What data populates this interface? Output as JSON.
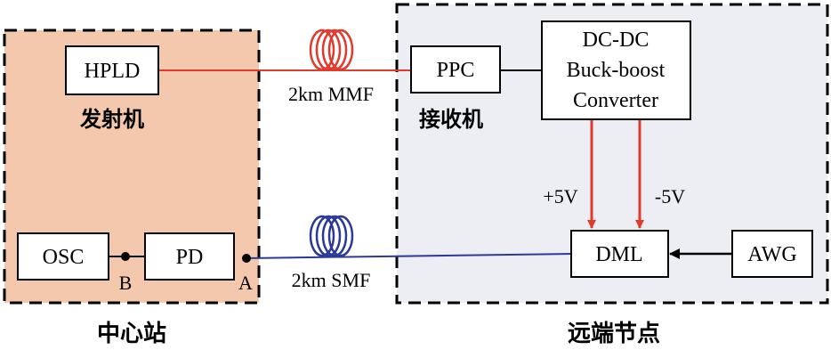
{
  "colors": {
    "central_bg": "#f4c8ac",
    "remote_bg": "#eceef4",
    "red_fiber": "#e23b2e",
    "blue_fiber": "#2b3a9a"
  },
  "central_station": {
    "label": "中心站",
    "transmitter_label": "发射机",
    "hpld": "HPLD",
    "osc": "OSC",
    "pd": "PD",
    "point_b": "B",
    "point_a": "A"
  },
  "links": {
    "mmf": "2km MMF",
    "smf": "2km SMF"
  },
  "remote_node": {
    "label": "远端节点",
    "receiver_label": "接收机",
    "ppc": "PPC",
    "converter_lines": [
      "DC-DC",
      "Buck-boost",
      "Converter"
    ],
    "plus_v": "+5V",
    "minus_v": "-5V",
    "dml": "DML",
    "awg": "AWG"
  }
}
